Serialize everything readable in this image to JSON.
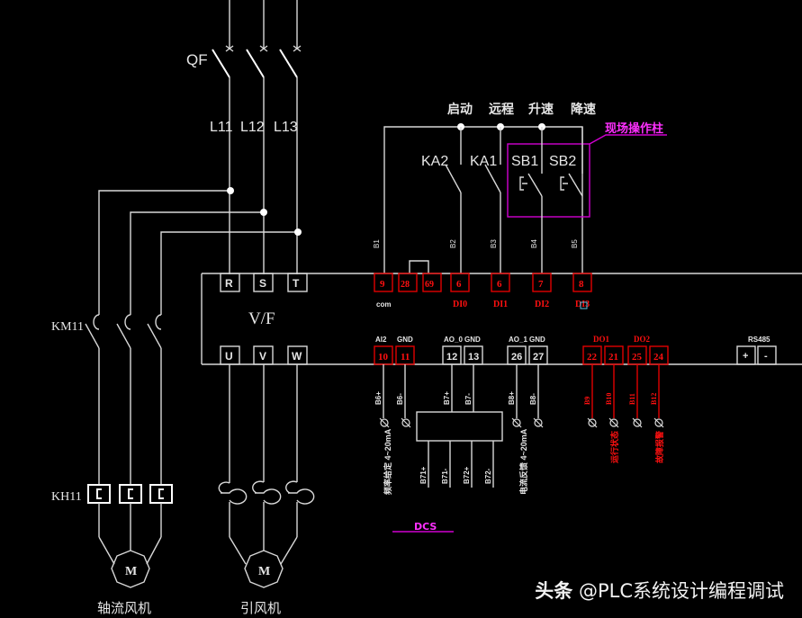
{
  "breaker": {
    "label": "QF"
  },
  "lines": [
    "L11",
    "L12",
    "L13"
  ],
  "contactor": {
    "label": "KM11"
  },
  "thermal_relay": {
    "label": "KH11"
  },
  "inverter": {
    "title": "V/F",
    "inputs": [
      "R",
      "S",
      "T"
    ],
    "outputs": [
      "U",
      "V",
      "W"
    ]
  },
  "motors": [
    {
      "symbol": "M",
      "name": "轴流风机"
    },
    {
      "symbol": "M",
      "name": "引风机"
    }
  ],
  "control": {
    "bus_labels": [
      "启动",
      "远程",
      "升速",
      "降速"
    ],
    "relays": [
      "KA2",
      "KA1"
    ],
    "buttons": [
      "SB1",
      "SB2"
    ],
    "field_box_label": "现场操作柱",
    "wire_tags": [
      "B1",
      "B2",
      "B3",
      "B4",
      "B5"
    ]
  },
  "di_terminals": [
    {
      "num": "9",
      "sub": "com"
    },
    {
      "num": "28",
      "sub": ""
    },
    {
      "num": "69",
      "sub": ""
    },
    {
      "num": "6",
      "sub": "DI0"
    },
    {
      "num": "6",
      "sub": "DI1"
    },
    {
      "num": "7",
      "sub": "DI2"
    },
    {
      "num": "8",
      "sub": "DI3"
    }
  ],
  "analog_terminals": [
    {
      "group": "AI2",
      "num": "10",
      "color": "red"
    },
    {
      "group": "GND",
      "num": "11",
      "color": "red"
    },
    {
      "group": "AO_0",
      "num": "12",
      "color": "white"
    },
    {
      "group": "GND",
      "num": "13",
      "color": "white"
    },
    {
      "group": "AO_1",
      "num": "26",
      "color": "white"
    },
    {
      "group": "GND",
      "num": "27",
      "color": "white"
    }
  ],
  "do_terminals": [
    {
      "group": "DO1",
      "num": "22"
    },
    {
      "group": "",
      "num": "21"
    },
    {
      "group": "DO2",
      "num": "25"
    },
    {
      "group": "",
      "num": "24"
    }
  ],
  "rs485": {
    "label": "RS485",
    "plus": "+",
    "minus": "-"
  },
  "analog_wire_tags": [
    "B6+",
    "B6-",
    "B7+",
    "B7-",
    "B8+",
    "B8-"
  ],
  "dcs_wire_tags": [
    "B71+",
    "B71-",
    "B72+",
    "B72-"
  ],
  "analog_notes": [
    "频率给定 4~20mA",
    "电流反馈 4~20mA"
  ],
  "do_wire_tags": [
    "B9",
    "B10",
    "B11",
    "B12"
  ],
  "do_notes": [
    "运行状态",
    "故障报警"
  ],
  "dcs_label": "DCS",
  "watermark": {
    "brand": "头条",
    "account": "@PLC系统设计编程调试"
  }
}
